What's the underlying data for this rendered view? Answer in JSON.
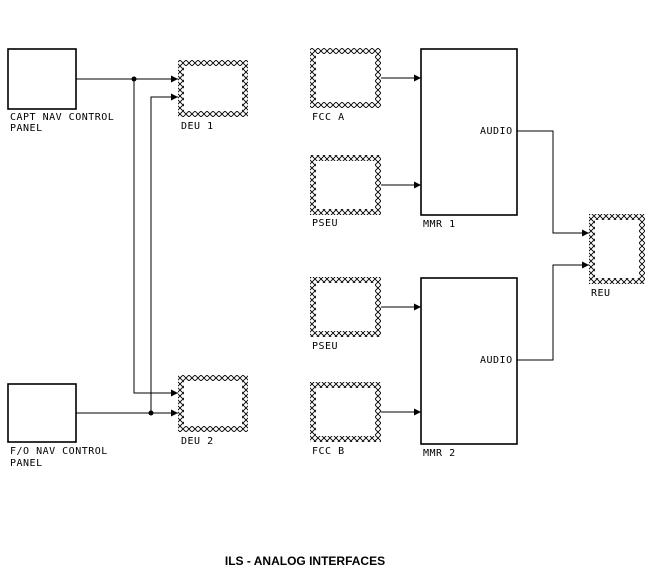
{
  "title": "ILS - ANALOG INTERFACES",
  "components": {
    "capt_panel": {
      "line1": "CAPT NAV CONTROL",
      "line2": "PANEL"
    },
    "fo_panel": {
      "line1": "F/O NAV CONTROL",
      "line2": "PANEL"
    },
    "deu1": "DEU 1",
    "deu2": "DEU 2",
    "fcc_a": "FCC A",
    "fcc_b": "FCC B",
    "pseu_top": "PSEU",
    "pseu_bottom": "PSEU",
    "mmr1": {
      "label": "MMR 1",
      "port": "AUDIO"
    },
    "mmr2": {
      "label": "MMR 2",
      "port": "AUDIO"
    },
    "reu": "REU"
  }
}
